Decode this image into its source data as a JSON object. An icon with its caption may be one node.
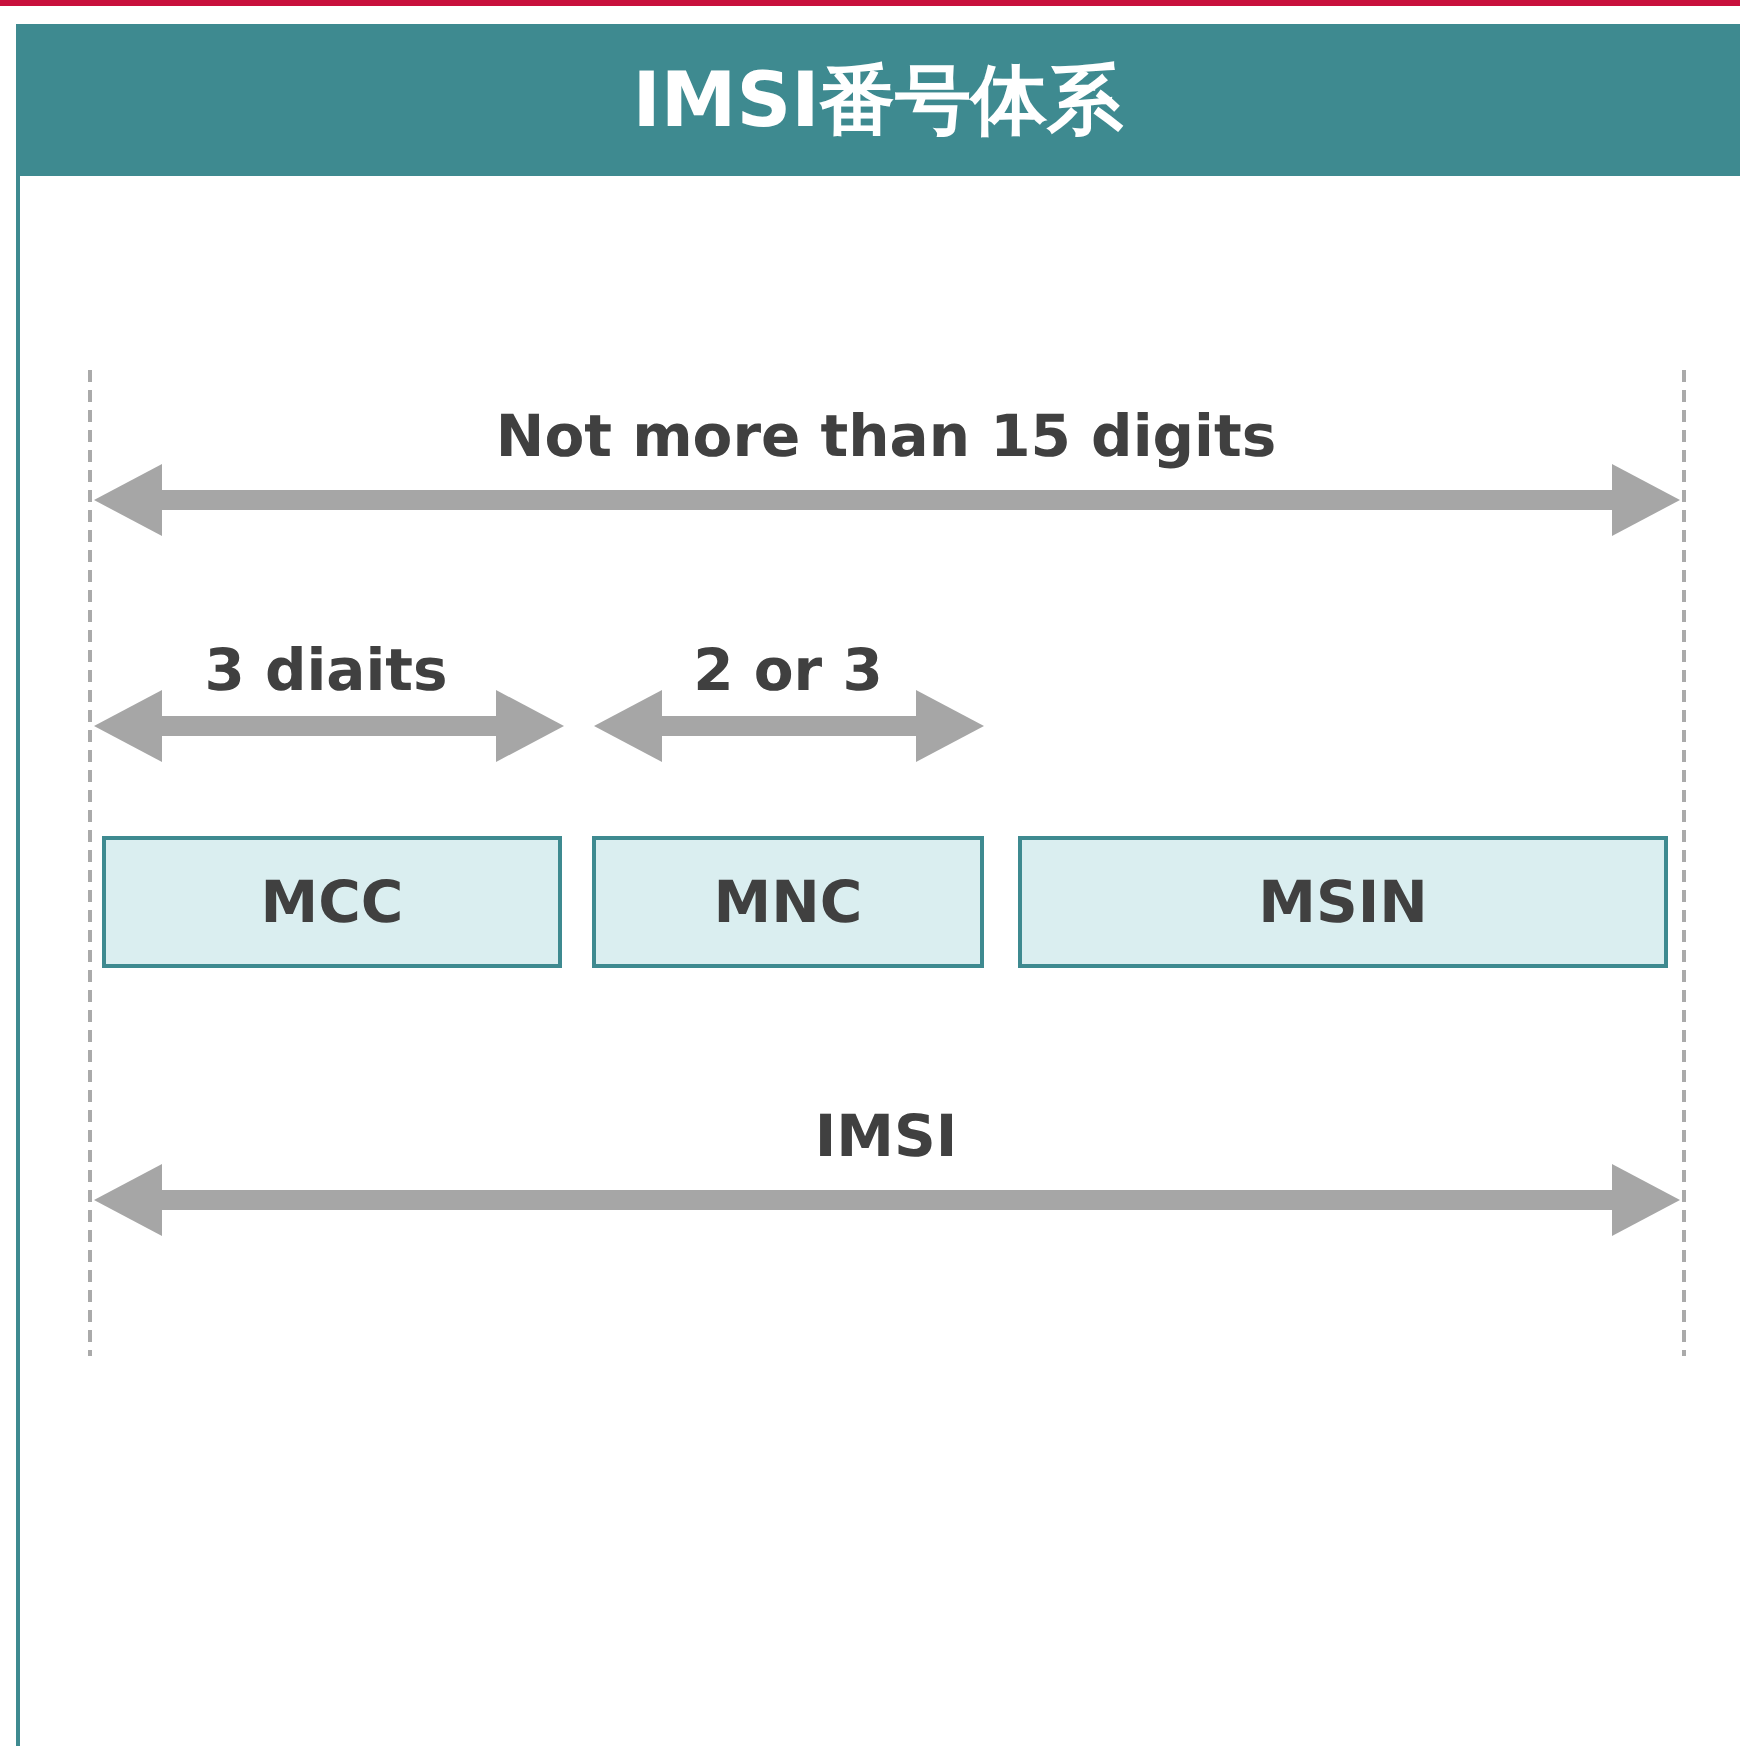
{
  "diagram": {
    "title": "IMSI番号体系",
    "nodes": [
      {
        "text": [
          "MCC"
        ]
      },
      {
        "text": [
          "MNC"
        ]
      },
      {
        "text": [
          "MSIN"
        ]
      }
    ],
    "labels": [
      "Not more than 15 digits",
      "3 diaits",
      "2 or 3",
      "IMSI"
    ]
  }
}
